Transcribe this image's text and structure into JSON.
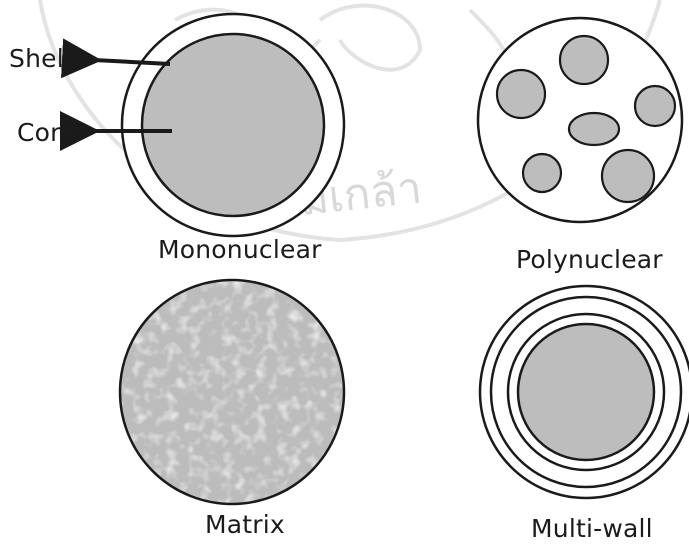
{
  "diagram": {
    "labels": {
      "shell": "Shell",
      "core": "Core",
      "mononuclear": "Mononuclear",
      "polynuclear": "Polynuclear",
      "matrix": "Matrix",
      "multi_wall": "Multi-wall"
    },
    "watermark": {
      "text": "มเกล้า"
    },
    "colors": {
      "core_fill": "#bdbdbd",
      "outline": "#1a1a1a",
      "background": "#ffffff",
      "watermark": "#c9c9c9"
    }
  }
}
